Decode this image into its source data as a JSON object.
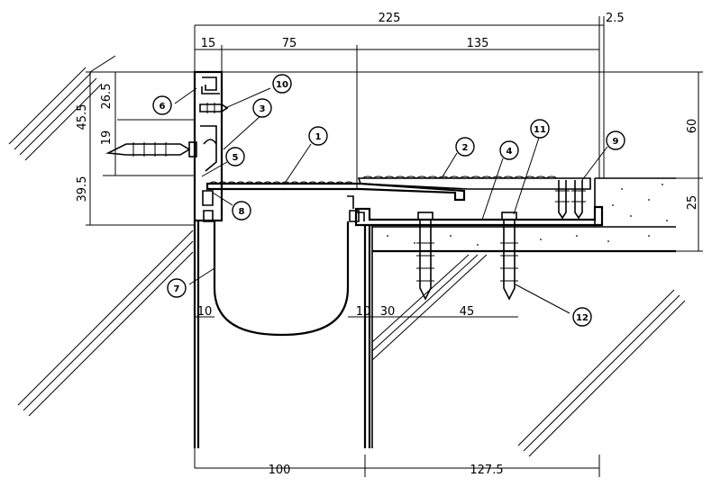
{
  "dimensions": {
    "top_total": "225",
    "top_gap": "2.5",
    "top_seg_1": "15",
    "top_seg_2": "75",
    "top_seg_3": "135",
    "left_upper": "26.5",
    "left_mid": "45.5",
    "left_small": "19",
    "left_lower": "39.5",
    "right_upper": "60",
    "right_lower": "25",
    "gap_left": "10",
    "gap_right": "10",
    "anchor_edge": "30",
    "anchor_spacing": "45",
    "bottom_left": "100",
    "bottom_right": "127.5"
  },
  "callouts": [
    "1",
    "2",
    "3",
    "4",
    "5",
    "6",
    "7",
    "8",
    "9",
    "10",
    "11",
    "12"
  ]
}
